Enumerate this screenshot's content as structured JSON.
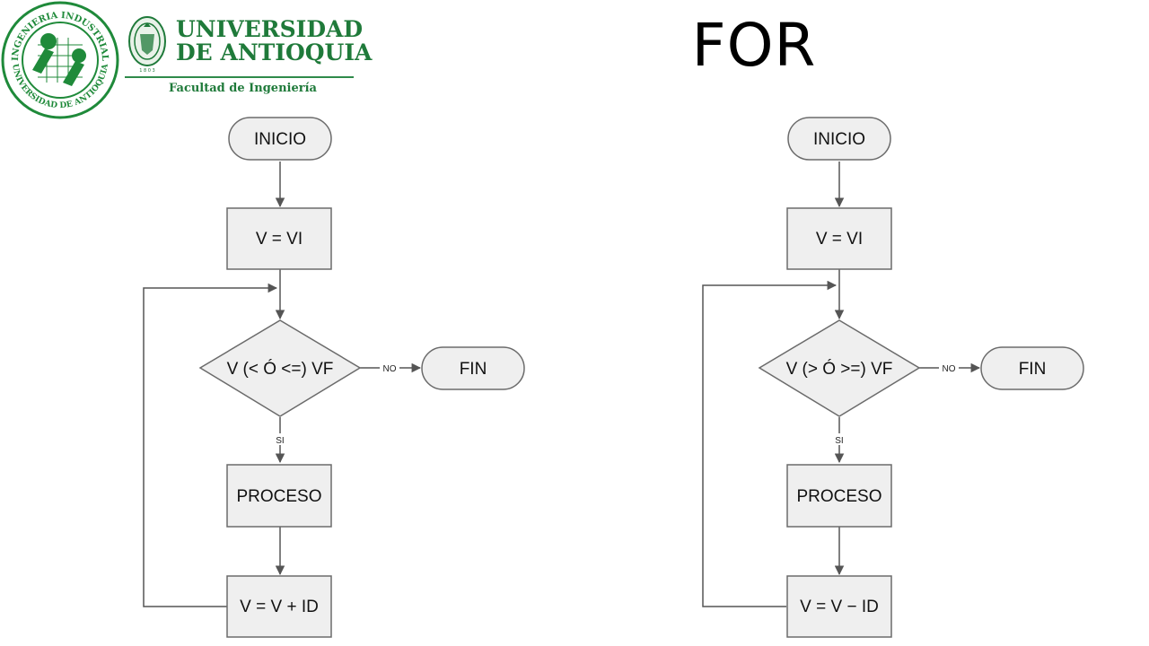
{
  "header": {
    "title": "FOR",
    "university_line1": "UNIVERSIDAD",
    "university_line2": "DE ANTIOQUIA",
    "faculty": "Facultad de Ingeniería",
    "seal_text_top": "INGENIERIA INDUSTRIAL",
    "seal_text_bottom": "UNIVERSIDAD DE ANTIOQUIA",
    "crest_year": "1 8 0 3"
  },
  "colors": {
    "brand_green": "#1f7a3a",
    "node_fill": "#efefef",
    "node_stroke": "#6b6b6b"
  },
  "flowcharts": [
    {
      "start": "INICIO",
      "init": "V = VI",
      "condition": "V (< Ó <=) VF",
      "no_label": "NO",
      "yes_label": "SI",
      "end": "FIN",
      "process": "PROCESO",
      "update": "V = V + ID"
    },
    {
      "start": "INICIO",
      "init": "V = VI",
      "condition": "V (> Ó >=) VF",
      "no_label": "NO",
      "yes_label": "SI",
      "end": "FIN",
      "process": "PROCESO",
      "update": "V = V − ID"
    }
  ]
}
